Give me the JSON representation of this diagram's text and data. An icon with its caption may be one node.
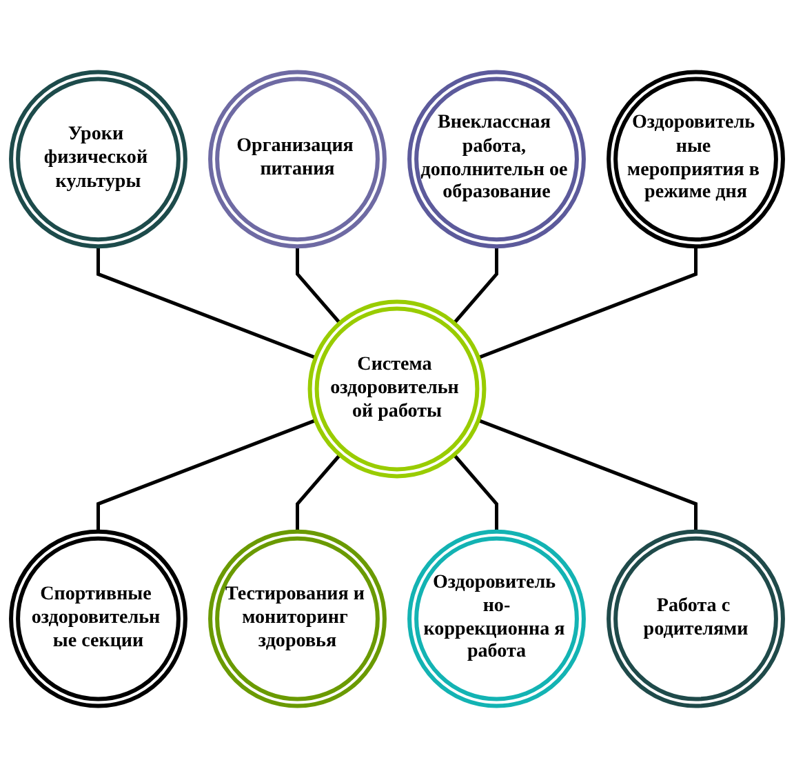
{
  "diagram": {
    "nodes": [
      {
        "text": [
          "Система оздоровительн ой работы"
        ]
      },
      {
        "text": [
          "Уроки физической культуры"
        ]
      },
      {
        "text": [
          "Организация питания"
        ]
      },
      {
        "text": [
          "Спортивные оздоровительн ые секции"
        ]
      },
      {
        "text": [
          "Тестирования и мониторинг здоровья"
        ]
      },
      {
        "text": [
          "Оздоровитель но-коррекционна я работа"
        ]
      },
      {
        "text": [
          "Работа с родителями"
        ]
      },
      {
        "text": [
          "Внеклассная работа, дополнительн ое образование"
        ]
      },
      {
        "text": [
          "Оздоровитель ные мероприятия в режиме дня"
        ]
      }
    ],
    "edges": [
      {
        "from": 1,
        "to": 0,
        "arrow": "none"
      },
      {
        "from": 2,
        "to": 0,
        "arrow": "none"
      },
      {
        "from": 0,
        "to": 3,
        "arrow": "none"
      },
      {
        "from": 0,
        "to": 4,
        "arrow": "none"
      },
      {
        "from": 0,
        "to": 5,
        "arrow": "none"
      },
      {
        "from": 0,
        "to": 6,
        "arrow": "none"
      },
      {
        "from": 7,
        "to": 0,
        "arrow": "none"
      },
      {
        "from": 8,
        "to": 0,
        "arrow": "none"
      }
    ]
  }
}
